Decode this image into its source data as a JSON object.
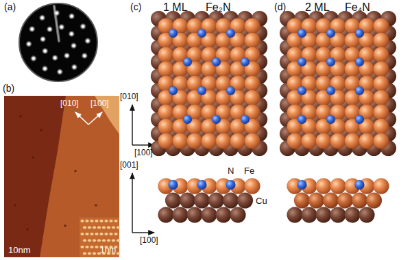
{
  "diagram": {
    "labels": [
      "(a)",
      "(c)",
      "1 ML",
      "Fe₂N",
      "(d)",
      "2 ML",
      "Fe₄N",
      "(b)",
      "[010]",
      "[100]",
      "[010]",
      "[100]",
      "N",
      "Fe",
      "Cu",
      "[001]",
      "[100]",
      "10nm",
      "1nm"
    ]
  }
}
